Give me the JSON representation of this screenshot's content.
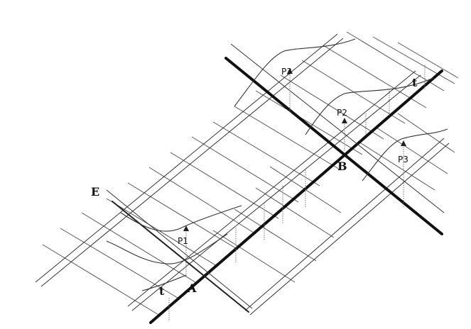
{
  "diagram": {
    "labels": {
      "e": "E",
      "b": "B",
      "a": "A",
      "t_upper": "t",
      "t_lower": "t",
      "p1": "P1",
      "p2": "P2",
      "p3_upper": "P3",
      "p3_lower": "P3"
    },
    "colors": {
      "ink": "#111111",
      "background": "#ffffff"
    }
  }
}
